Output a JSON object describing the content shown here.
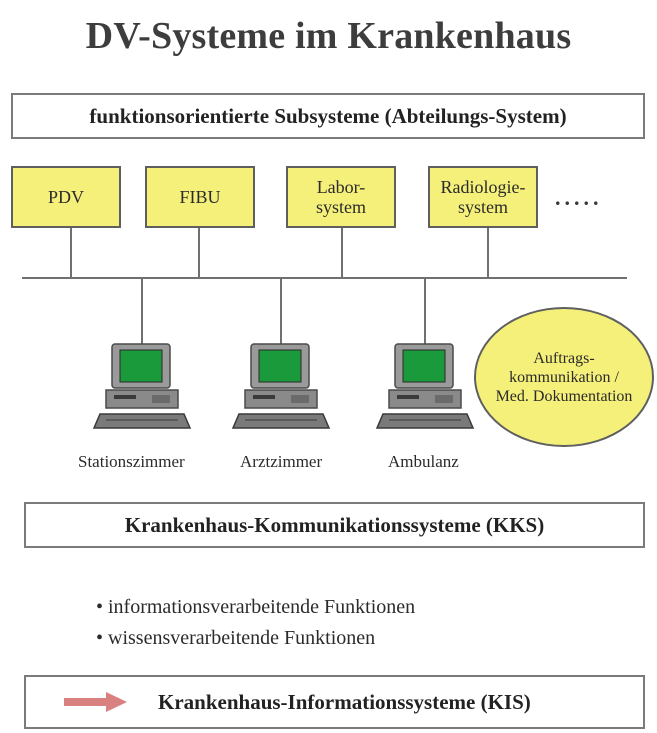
{
  "title": "DV-Systeme im Krankenhaus",
  "subsysteme_banner": "funktionsorientierte Subsysteme (Abteilungs-System)",
  "systems": {
    "pdv": "PDV",
    "fibu": "FIBU",
    "labor_line1": "Labor-",
    "labor_line2": "system",
    "radiologie_line1": "Radiologie-",
    "radiologie_line2": "system",
    "more": "....."
  },
  "workstations": {
    "stationszimmer": "Stationszimmer",
    "arztzimmer": "Arztzimmer",
    "ambulanz": "Ambulanz"
  },
  "bubble": {
    "line1": "Auftrags-",
    "line2": "kommunikation /",
    "line3": "Med. Dokumentation"
  },
  "kks_banner": "Krankenhaus-Kommunikationssysteme (KKS)",
  "bullets": [
    "• informationsverarbeitende Funktionen",
    "• wissensverarbeitende Funktionen"
  ],
  "kis_banner": "Krankenhaus-Informationssysteme (KIS)",
  "colors": {
    "box_fill": "#f5f07a",
    "arrow": "#d98080",
    "screen": "#1a9a3a"
  },
  "icons": {
    "computer": "desktop-computer-icon",
    "arrow": "right-arrow-icon"
  }
}
